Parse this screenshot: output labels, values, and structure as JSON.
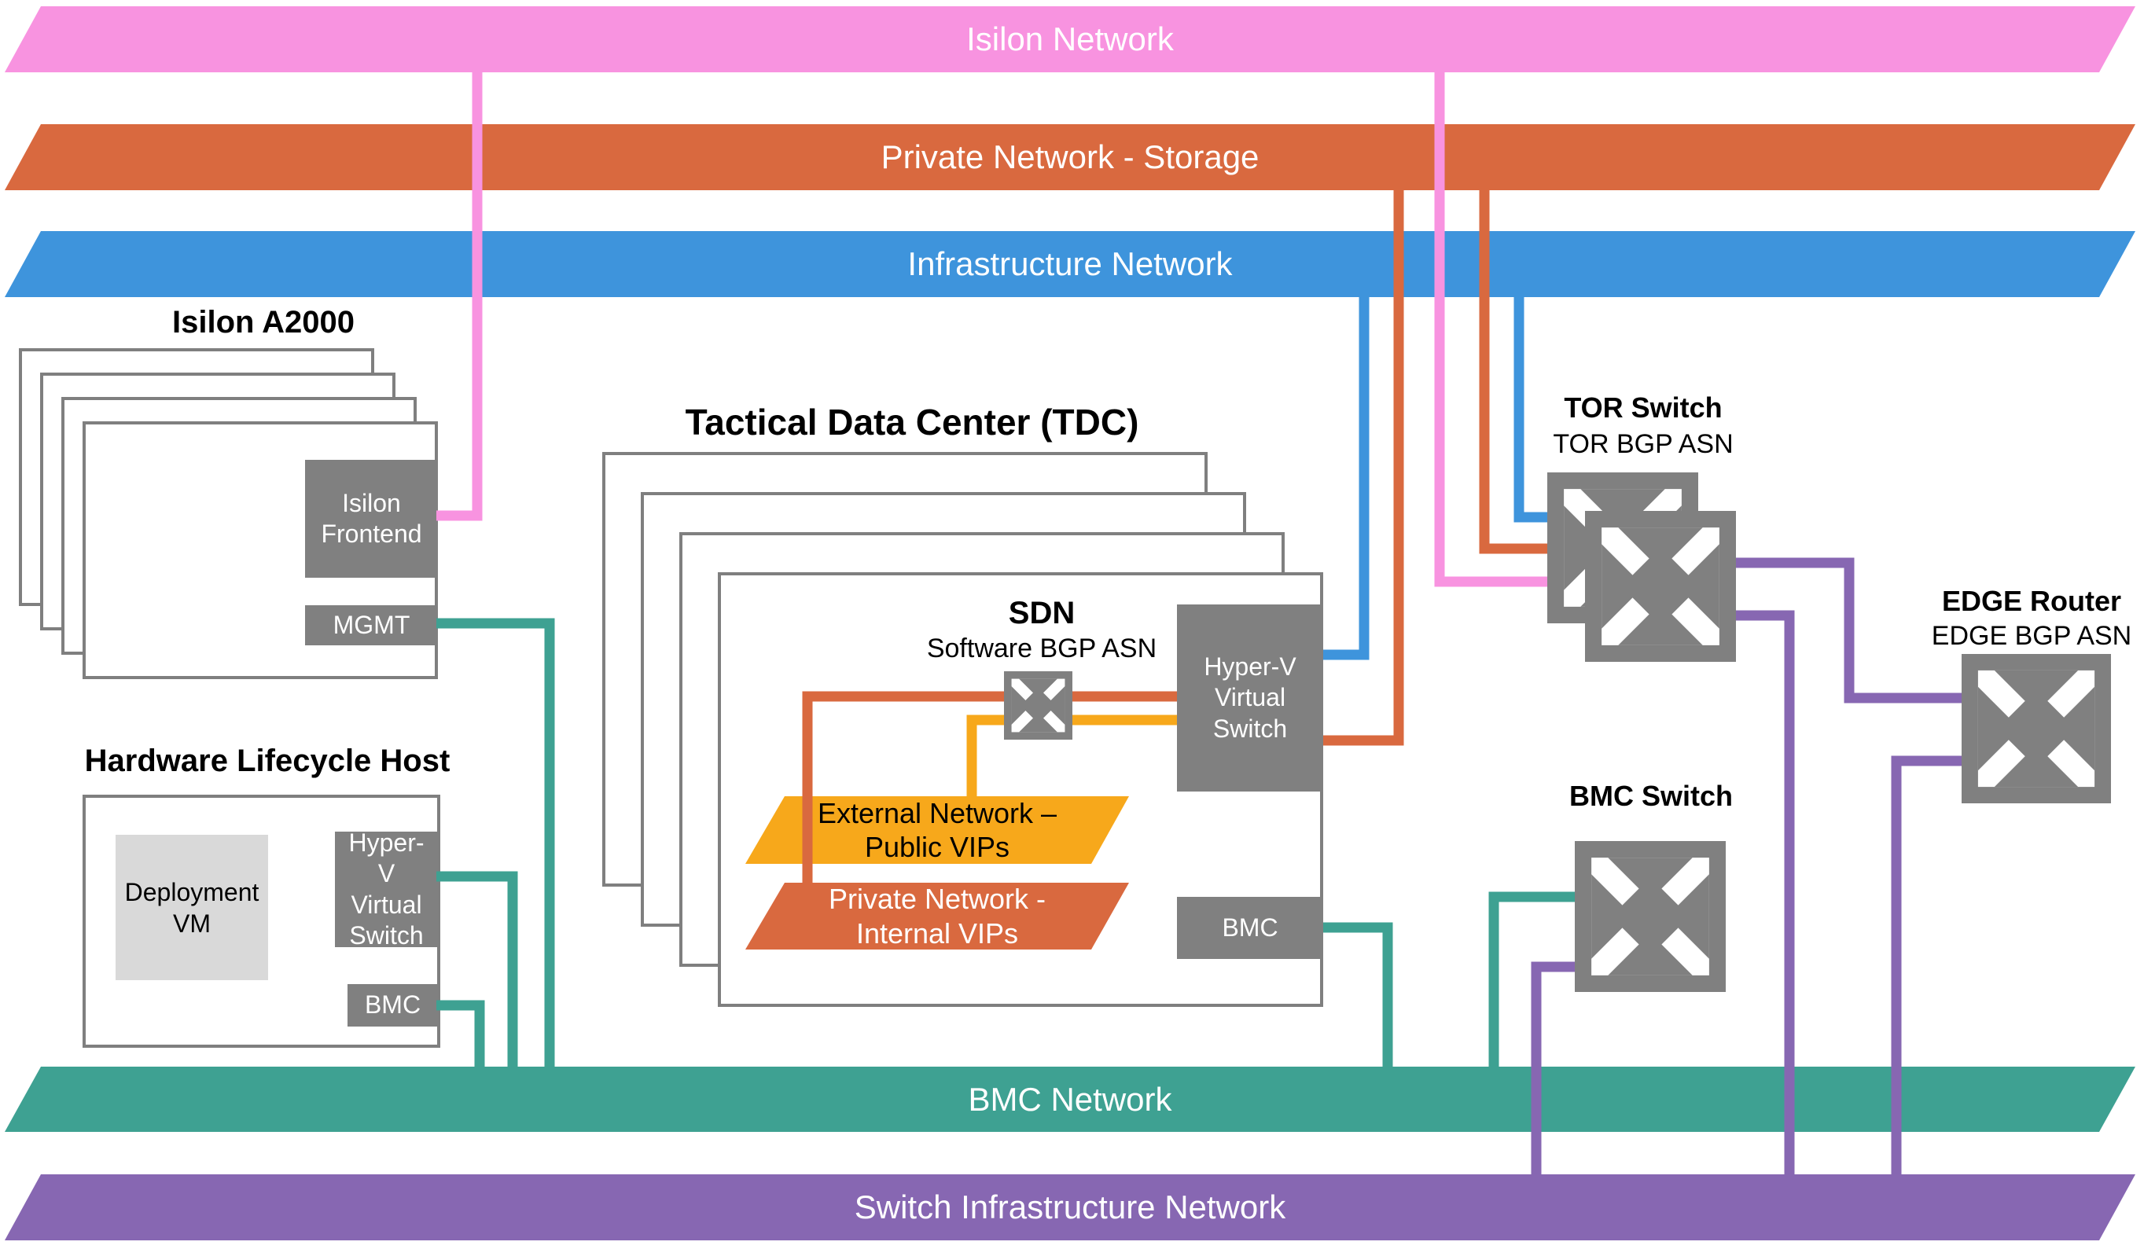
{
  "palette": {
    "pink": "#F893E0",
    "orange": "#D9693F",
    "yellow": "#F7A81B",
    "blue": "#3E94DC",
    "teal": "#3EA192",
    "purple": "#8767B2",
    "gray": "#808080",
    "light_gray": "#D9D9D9",
    "box_border": "#7F7F7F",
    "banner_text": "#FFFFFF",
    "title_text": "#000000"
  },
  "icons": {
    "network_switch": "four-arrow-switch-icon"
  },
  "banners": {
    "isilon": {
      "label": "Isilon Network"
    },
    "private_storage": {
      "label": "Private Network - Storage"
    },
    "infrastructure": {
      "label": "Infrastructure Network"
    },
    "bmc": {
      "label": "BMC Network"
    },
    "switch_infrastructure": {
      "label": "Switch Infrastructure Network"
    }
  },
  "isilon_a2000": {
    "title": "Isilon A2000",
    "frontend_label": "Isilon Frontend",
    "mgmt_label": "MGMT"
  },
  "hardware_lifecycle_host": {
    "title": "Hardware Lifecycle Host",
    "deployment_vm_label": "Deployment VM",
    "hyperv_label": "Hyper-V Virtual Switch",
    "bmc_label": "BMC"
  },
  "tdc": {
    "title": "Tactical Data Center (TDC)",
    "sdn_title": "SDN",
    "sdn_subtitle": "Software BGP ASN",
    "hyperv_label": "Hyper-V Virtual Switch",
    "bmc_label": "BMC",
    "external_network_label": "External Network – Public VIPs",
    "private_network_label": "Private Network - Internal VIPs"
  },
  "tor_switch": {
    "title": "TOR Switch",
    "subtitle": "TOR BGP ASN"
  },
  "bmc_switch": {
    "title": "BMC Switch"
  },
  "edge_router": {
    "title": "EDGE Router",
    "subtitle": "EDGE BGP ASN"
  }
}
